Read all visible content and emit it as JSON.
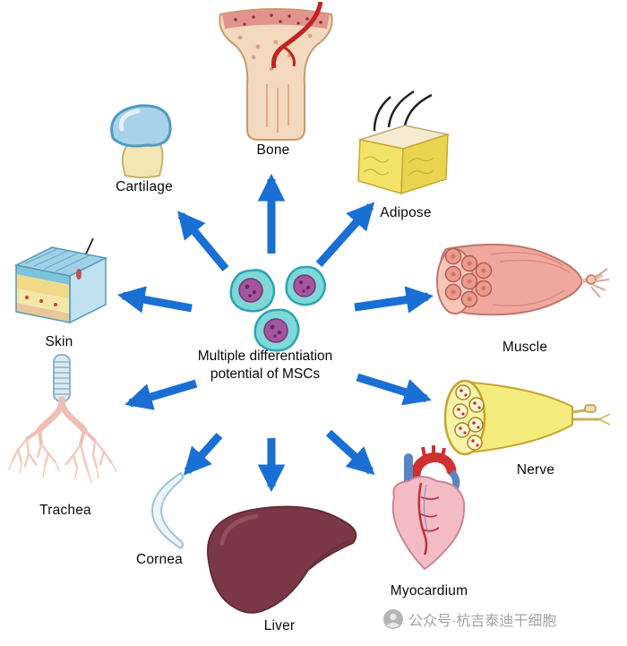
{
  "diagram": {
    "title": "Multiple differentiation potential of MSCs",
    "center": {
      "line1": "Multiple differentiation",
      "line2": "potential of MSCs"
    },
    "items": [
      {
        "id": "bone",
        "label": "Bone"
      },
      {
        "id": "cartilage",
        "label": "Cartilage"
      },
      {
        "id": "adipose",
        "label": "Adipose"
      },
      {
        "id": "skin",
        "label": "Skin"
      },
      {
        "id": "muscle",
        "label": "Muscle"
      },
      {
        "id": "trachea",
        "label": "Trachea"
      },
      {
        "id": "nerve",
        "label": "Nerve"
      },
      {
        "id": "cornea",
        "label": "Cornea"
      },
      {
        "id": "liver",
        "label": "Liver"
      },
      {
        "id": "myocardium",
        "label": "Myocardium"
      }
    ],
    "colors": {
      "arrow_blue": "#1a6fd4",
      "cell_membrane_teal": "#7fd8d8",
      "cell_nucleus_purple": "#a3559e",
      "bone_tan": "#f3d9bd",
      "cartilage_blue": "#a8d2ea",
      "adipose_yellow": "#f3e369",
      "skin_blue": "#9fd0e6",
      "muscle_pink": "#f0a89e",
      "nerve_yellow": "#f5ec7e",
      "trachea_pink": "#eebfb4",
      "cornea_pale": "#ecf5f9",
      "liver_maroon": "#7a3847",
      "heart_pink": "#f3bcc4"
    }
  },
  "watermark": {
    "text": "公众号·杭吉泰迪干细胞"
  }
}
